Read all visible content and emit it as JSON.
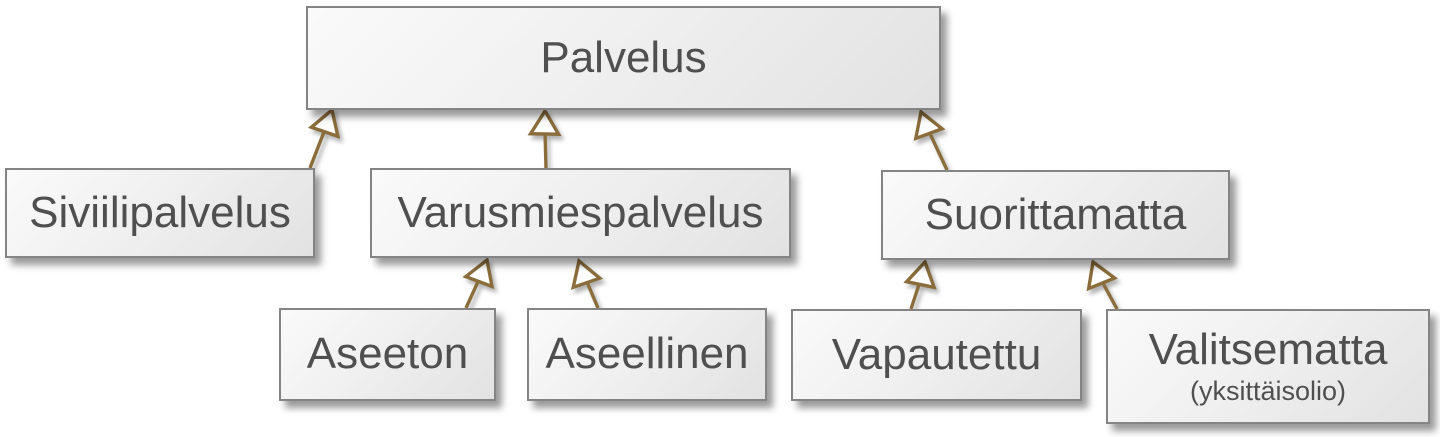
{
  "diagram": {
    "type": "uml-class-hierarchy",
    "style": "scruffy-hand-drawn",
    "background_color": "#ffffff",
    "box_fill_light": "#fafafa",
    "box_fill_dark": "#e2e2e2",
    "box_border_color": "#848484",
    "text_color": "#4f4f4f",
    "arrow_color": "#8a6d3b",
    "arrowhead_fill": "#ffffff",
    "nodes": [
      {
        "id": "palvelus",
        "label": "Palvelus"
      },
      {
        "id": "siviilipalvelus",
        "label": "Siviilipalvelus"
      },
      {
        "id": "varusmiespalvelus",
        "label": "Varusmiespalvelus"
      },
      {
        "id": "suorittamatta",
        "label": "Suorittamatta"
      },
      {
        "id": "aseeton",
        "label": "Aseeton"
      },
      {
        "id": "aseellinen",
        "label": "Aseellinen"
      },
      {
        "id": "vapautettu",
        "label": "Vapautettu"
      },
      {
        "id": "valitsematta",
        "label": "Valitsematta",
        "sublabel": "(yksittäisolio)"
      }
    ],
    "edges": [
      {
        "from": "siviilipalvelus",
        "to": "palvelus",
        "type": "generalization"
      },
      {
        "from": "varusmiespalvelus",
        "to": "palvelus",
        "type": "generalization"
      },
      {
        "from": "suorittamatta",
        "to": "palvelus",
        "type": "generalization"
      },
      {
        "from": "aseeton",
        "to": "varusmiespalvelus",
        "type": "generalization"
      },
      {
        "from": "aseellinen",
        "to": "varusmiespalvelus",
        "type": "generalization"
      },
      {
        "from": "vapautettu",
        "to": "suorittamatta",
        "type": "generalization"
      },
      {
        "from": "valitsematta",
        "to": "suorittamatta",
        "type": "generalization"
      }
    ]
  }
}
